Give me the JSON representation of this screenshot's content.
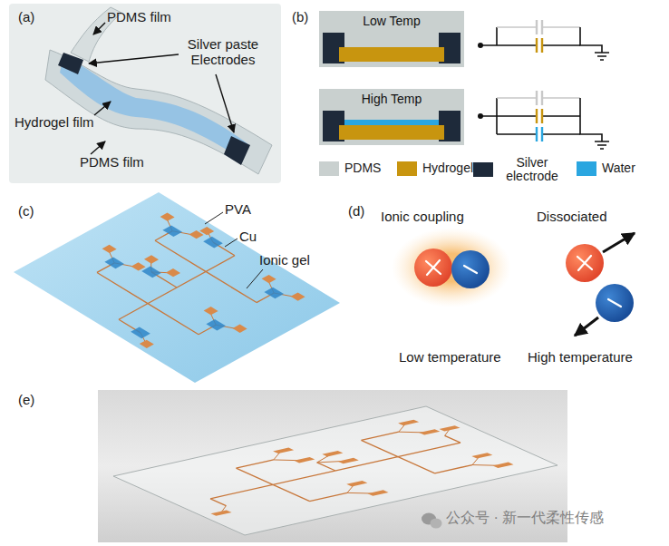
{
  "diagram": {
    "nodes": [
      {
        "text": [
          "Low Temp"
        ]
      },
      {
        "text": [
          "High Temp"
        ]
      }
    ],
    "labels": [
      "(a)",
      "PDMS film",
      "Silver paste Electrodes",
      "Hydrogel film",
      "PDMS film",
      "(b)",
      "(c)",
      "PVA",
      "Cu",
      "Ionic gel",
      "(d)",
      "Ionic coupling",
      "Dissociated",
      "Low temperature",
      "High temperature",
      "(e)",
      "公众号 · 新一代柔性传感"
    ],
    "legend": [
      {
        "text": "PDMS",
        "color": "#c9d0cf"
      },
      {
        "text": "Hydrogel",
        "color": "#c8950f"
      },
      {
        "text": "Silver electrode",
        "color": "#1e2a3a"
      },
      {
        "text": "Water",
        "color": "#2aa6e0"
      }
    ]
  }
}
